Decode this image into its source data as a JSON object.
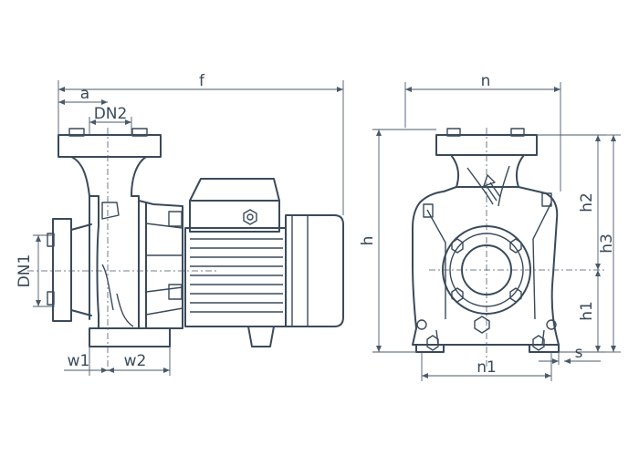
{
  "labels": {
    "f": "f",
    "a": "a",
    "DN2": "DN2",
    "DN1": "DN1",
    "w1": "w1",
    "w2": "w2",
    "n": "n",
    "h": "h",
    "h1": "h1",
    "h2": "h2",
    "h3": "h3",
    "n1": "n1",
    "s": "s"
  },
  "colors": {
    "line": "#3a4a5a",
    "background": "#ffffff"
  }
}
